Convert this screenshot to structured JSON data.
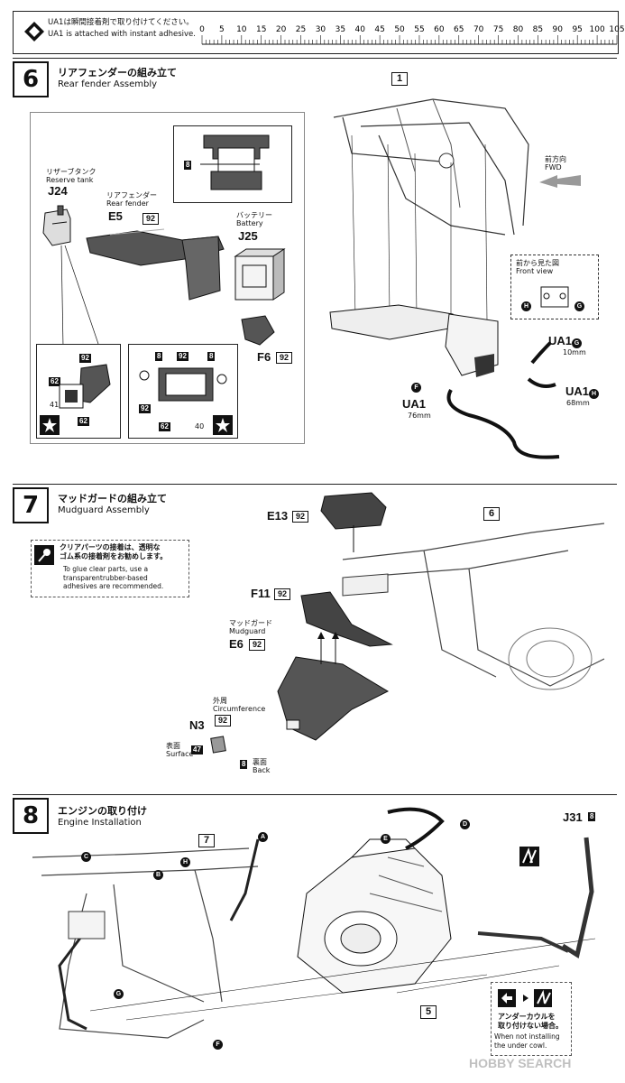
{
  "header": {
    "note_jp": "UA1は瞬間接着剤で取り付けてください。",
    "note_en": "UA1 is attached with instant adhesive.",
    "ruler_ticks": [
      "0",
      "5",
      "10",
      "15",
      "20",
      "25",
      "30",
      "35",
      "40",
      "45",
      "50",
      "55",
      "60",
      "65",
      "70",
      "75",
      "80",
      "85",
      "90",
      "95",
      "100",
      "105"
    ]
  },
  "step6": {
    "number": "6",
    "title_jp": "リアフェンダーの組み立て",
    "title_en": "Rear fender Assembly",
    "reserve_jp": "リザーブタンク",
    "reserve_en": "Reserve tank",
    "reserve_part": "J24",
    "fender_jp": "リアフェンダー",
    "fender_en": "Rear fender",
    "fender_part": "E5",
    "fender_color": "92",
    "battery_jp": "バッテリー",
    "battery_en": "Battery",
    "battery_part": "J25",
    "f6": "F6",
    "f6_color": "92",
    "inset_top_color": "8",
    "inset_left": {
      "c1": "92",
      "c2": "62",
      "c3": "41",
      "c4": "62"
    },
    "inset_right": {
      "c1": "8",
      "c2": "92",
      "c3": "8",
      "c4": "92",
      "c5": "62",
      "c6": "40"
    },
    "frame_ref": "1",
    "fwd_jp": "前方向",
    "fwd_en": "FWD",
    "front_view_jp": "前から見た図",
    "front_view_en": "Front view",
    "h": "H",
    "g": "G",
    "f": "F",
    "ua1_g": "UA1",
    "ua1_g_mark": "G",
    "ua1_g_len": "10mm",
    "ua1_h": "UA1",
    "ua1_h_mark": "H",
    "ua1_h_len": "68mm",
    "ua1_f": "UA1",
    "ua1_f_len": "76mm"
  },
  "step7": {
    "number": "7",
    "title_jp": "マッドガードの組み立て",
    "title_en": "Mudguard Assembly",
    "tip_jp1": "クリアパーツの接着は、透明な",
    "tip_jp2": "ゴム系の接着剤をお勧めします。",
    "tip_en1": "To glue clear parts, use a",
    "tip_en2": "transparentrubber-based",
    "tip_en3": "adhesives are recommended.",
    "e13": "E13",
    "e13_color": "92",
    "f11": "F11",
    "f11_color": "92",
    "mud_jp": "マッドガード",
    "mud_en": "Mudguard",
    "e6": "E6",
    "e6_color": "92",
    "circ_jp": "外周",
    "circ_en": "Circumference",
    "circ_color": "92",
    "n3": "N3",
    "surface_jp": "表面",
    "surface_en": "Surface",
    "surface_color": "47",
    "back_jp": "裏面",
    "back_en": "Back",
    "back_color": "8",
    "frame_ref": "6"
  },
  "step8": {
    "number": "8",
    "title_jp": "エンジンの取り付け",
    "title_en": "Engine Installation",
    "frame_ref": "7",
    "engine_ref": "5",
    "j31": "J31",
    "j31_color": "8",
    "marks": [
      "A",
      "B",
      "C",
      "D",
      "E",
      "F",
      "G",
      "H"
    ],
    "cowl_jp1": "アンダーカウルを",
    "cowl_jp2": "取り付けない場合。",
    "cowl_en1": "When not installing",
    "cowl_en2": "the under cowl."
  },
  "watermark": "HOBBY SEARCH"
}
